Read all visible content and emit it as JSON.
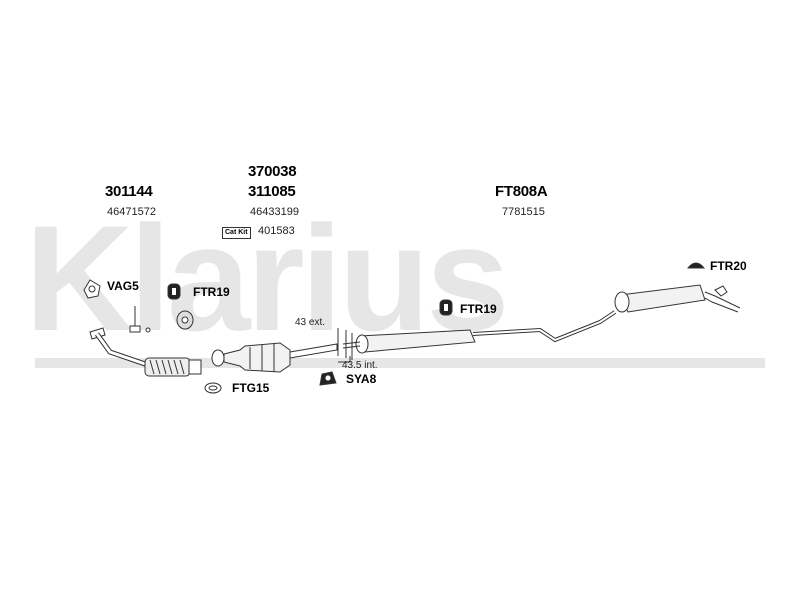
{
  "watermark": {
    "text": "Klarius"
  },
  "parts": {
    "p1": {
      "code": "301144",
      "oe": "46471572"
    },
    "p2": {
      "code_top": "370038",
      "code": "311085",
      "oe": "46433199",
      "catkit_label": "Cat Kit",
      "catkit_number": "401583"
    },
    "p3": {
      "code": "FT808A",
      "oe": "7781515"
    }
  },
  "fittings": {
    "vag5": "VAG5",
    "ftr19_a": "FTR19",
    "ftr19_b": "FTR19",
    "ftr20": "FTR20",
    "ftg15": "FTG15",
    "sya8": "SYA8"
  },
  "dimensions": {
    "ext": "43 ext.",
    "int": "43.5 int."
  },
  "colors": {
    "line": "#333333",
    "watermark": "#e6e6e6",
    "part_fill": "#f2f2f2",
    "pipe_fill": "#ffffff"
  }
}
